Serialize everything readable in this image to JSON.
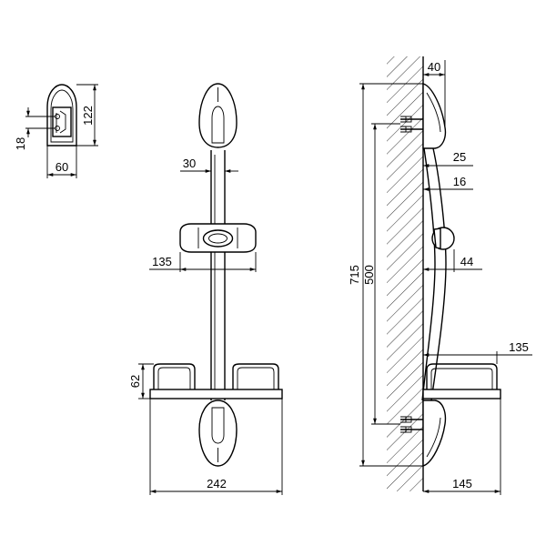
{
  "dimensions": {
    "holder_height": "122",
    "holder_hole_gap": "18",
    "holder_width": "60",
    "rail_diameter": "30",
    "slider_width": "135",
    "dish_height": "62",
    "dish_width": "242",
    "wall_offset": "40",
    "slider_offset": "25",
    "rail_offset": "16",
    "slider_depth": "44",
    "total_height": "715",
    "mount_spacing": "500",
    "dish_depth": "135",
    "total_depth": "145"
  },
  "colors": {
    "line": "#000000",
    "hatch": "#000000",
    "background": "#ffffff"
  }
}
